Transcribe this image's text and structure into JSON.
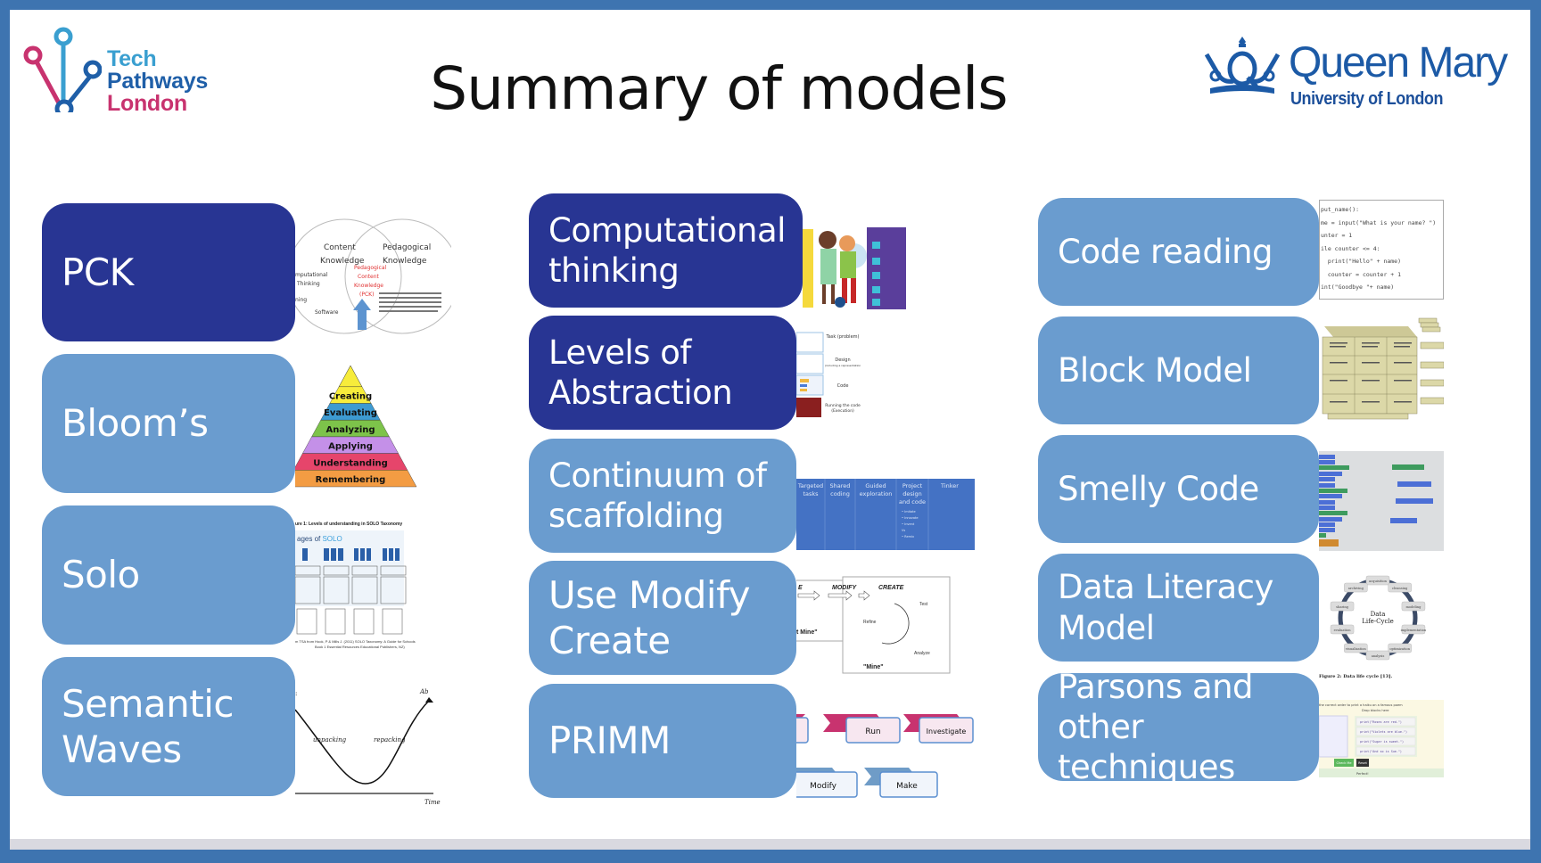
{
  "slide": {
    "title": "Summary of models",
    "logos": {
      "left": {
        "line1": "Tech",
        "line2": "Pathways",
        "line3": "London",
        "colors": {
          "tech": "#3a9fd0",
          "pathways": "#1f5fa8",
          "london": "#c8336f"
        }
      },
      "right": {
        "name": "Queen Mary",
        "subtitle": "University of London",
        "color": "#1c5aa6"
      }
    },
    "colors": {
      "frame": "#3e74b0",
      "dark_box": "#283593",
      "light_box": "#6a9ccf"
    },
    "columns": [
      {
        "items": [
          {
            "label": "PCK",
            "style": "dark",
            "thumbnail": "pck-venn-diagram"
          },
          {
            "label": "Bloom’s",
            "style": "light",
            "thumbnail": "blooms-pyramid"
          },
          {
            "label": "Solo",
            "style": "light",
            "thumbnail": "solo-taxonomy"
          },
          {
            "label": "Semantic Waves",
            "style": "light",
            "thumbnail": "semantic-wave-graph"
          }
        ]
      },
      {
        "items": [
          {
            "label": "Computational thinking",
            "style": "dark",
            "thumbnail": "ct-poster"
          },
          {
            "label": "Levels of Abstraction",
            "style": "dark",
            "thumbnail": "abstraction-levels"
          },
          {
            "label": "Continuum of scaffolding",
            "style": "light",
            "thumbnail": "scaffolding-table"
          },
          {
            "label": "Use Modify Create",
            "style": "light",
            "thumbnail": "umc-diagram"
          },
          {
            "label": "PRIMM",
            "style": "light",
            "thumbnail": "primm-chevrons"
          }
        ]
      },
      {
        "items": [
          {
            "label": "Code reading",
            "style": "light",
            "thumbnail": "python-code"
          },
          {
            "label": "Block Model",
            "style": "light",
            "thumbnail": "block-model-grid"
          },
          {
            "label": "Smelly Code",
            "style": "light",
            "thumbnail": "scratch-blocks"
          },
          {
            "label": "Data Literacy Model",
            "style": "light",
            "thumbnail": "data-lifecycle"
          },
          {
            "label": "Parsons and other techniques",
            "style": "light",
            "thumbnail": "parsons-problem"
          }
        ]
      }
    ],
    "labels": {
      "pck": {
        "l1": "PCK"
      },
      "blooms": {
        "l1": "Bloom’s"
      },
      "solo": {
        "l1": "Solo"
      },
      "semantic": {
        "l1": "Semantic",
        "l2": "Waves"
      },
      "ct": {
        "l1": "Computational",
        "l2": "thinking"
      },
      "loa": {
        "l1": "Levels of",
        "l2": "Abstraction"
      },
      "cos": {
        "l1": "Continuum of",
        "l2": "scaffolding"
      },
      "umc": {
        "l1": "Use Modify",
        "l2": "Create"
      },
      "primm": {
        "l1": "PRIMM"
      },
      "code_reading": {
        "l1": "Code reading"
      },
      "block_model": {
        "l1": "Block Model"
      },
      "smelly": {
        "l1": "Smelly Code"
      },
      "data_lit": {
        "l1": "Data Literacy",
        "l2": "Model"
      },
      "parsons": {
        "l1": "Parsons and",
        "l2": "other techniques"
      }
    },
    "thumbnails": {
      "pck": {
        "content": "Content",
        "knowledge": "Knowledge",
        "pedagogical": "Pedagogical",
        "center": [
          "Pedagogical",
          "Content",
          "Knowledge",
          "(PCK)"
        ],
        "left_notes": [
          "mputational",
          "Thinking",
          "ning",
          "s"
        ],
        "software": "Software"
      },
      "blooms": {
        "levels": [
          "Creating",
          "Evaluating",
          "Analyzing",
          "Applying",
          "Understanding",
          "Remembering"
        ],
        "colors": [
          "#f7ec3b",
          "#3d9ad1",
          "#7dc34a",
          "#c490e8",
          "#e6456b",
          "#f39c43"
        ]
      },
      "solo": {
        "caption": "ure 1: Levels of understanding in SOLO Taxonomy",
        "heading_prefix": "ages of ",
        "heading_accent": "SOLO",
        "citation1": "m TSA from Hook, P & Mills J. (2011) SOLO Taxonomy: A Guide for Schools",
        "citation2": "Book 1 Essential Resources Educational Publishers, NZ)"
      },
      "semantic": {
        "left": "unpacking",
        "right": "repacking",
        "ylabel": "Ab",
        "xlabel": "Time"
      },
      "abstraction": {
        "levels": [
          "Task (problem)",
          "Design (including a representation of the algorithm)",
          "Code",
          "Running the code (Execution)"
        ]
      },
      "scaffolding": {
        "columns": [
          "Targeted tasks",
          "Shared coding",
          "Guided exploration",
          "Project design and code",
          "Tinker"
        ],
        "bullets": [
          "Imitate",
          "Innovate",
          "Invent",
          "Remix"
        ]
      },
      "umc": {
        "use": "E",
        "modify": "MODIFY",
        "create": "CREATE",
        "not_mine": "t Mine\"",
        "mine": "\"Mine\"",
        "refine": "Refine",
        "test": "Test",
        "analyze": "Analyze"
      },
      "primm": {
        "steps": [
          "Run",
          "Investigate",
          "Modify",
          "Make"
        ]
      },
      "code": {
        "lines": [
          "put_name():",
          "me = input(\"What is your name? \")",
          "unter = 1",
          "ile counter <= 4:",
          "  print(\"Hello\" + name)",
          "  counter = counter + 1",
          "int(\"Goodbye \"+ name)"
        ]
      },
      "lifecycle": {
        "center": [
          "Data",
          "Life-Cycle"
        ],
        "stages": [
          "acquisition",
          "cleansing",
          "modeling",
          "implementation",
          "optimization",
          "analysis",
          "visualization",
          "evaluation",
          "sharing",
          "archiving"
        ],
        "caption": "Figure 2: Data life cycle [13]."
      },
      "parsons": {
        "instruction": "the correct order to print a haiku on a famous poem",
        "drop": "Drop blocks here",
        "blocks": [
          "print(\"Roses are red.\")",
          "print(\"Violets are blue.\")",
          "print(\"Sugar is sweet.\")",
          "print(\"And so is Sue.\")"
        ],
        "check": "Check Me",
        "reset": "Reset",
        "feedback": "Perfect!"
      }
    }
  }
}
